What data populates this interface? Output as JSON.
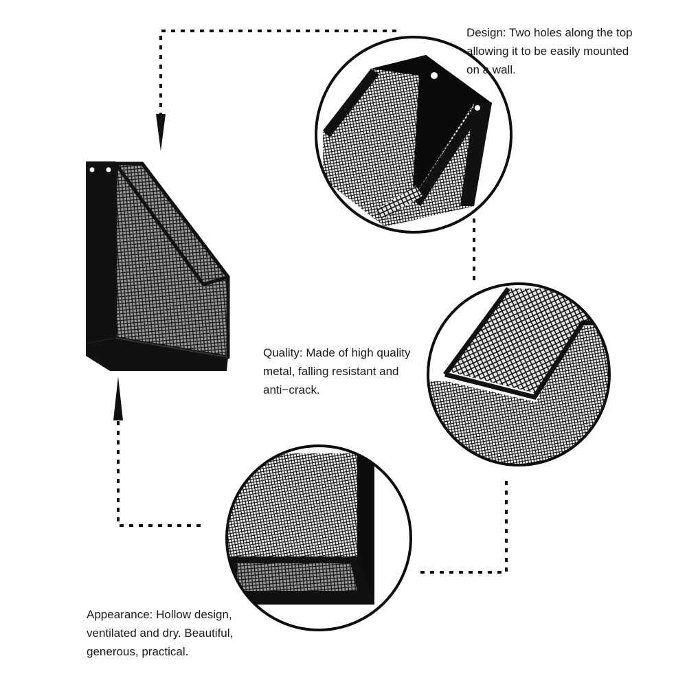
{
  "captions": {
    "design": [
      "Design: Two holes along the top",
      "allowing it to be easily mounted",
      "on a wall."
    ],
    "quality": [
      "Quality: Made of high quality",
      "metal, falling resistant and",
      "anti−crack."
    ],
    "appearance": [
      "Appearance: Hollow design,",
      "ventilated and dry. Beautiful,",
      "generous, practical."
    ]
  },
  "colors": {
    "frame": "#0d0d0d",
    "mesh_background": "#8a8a8a",
    "text": "#1a1a1a",
    "connector": "#111111"
  },
  "icons": {
    "connector_arrows": [
      "arrow-down-icon",
      "arrow-up-icon"
    ]
  }
}
